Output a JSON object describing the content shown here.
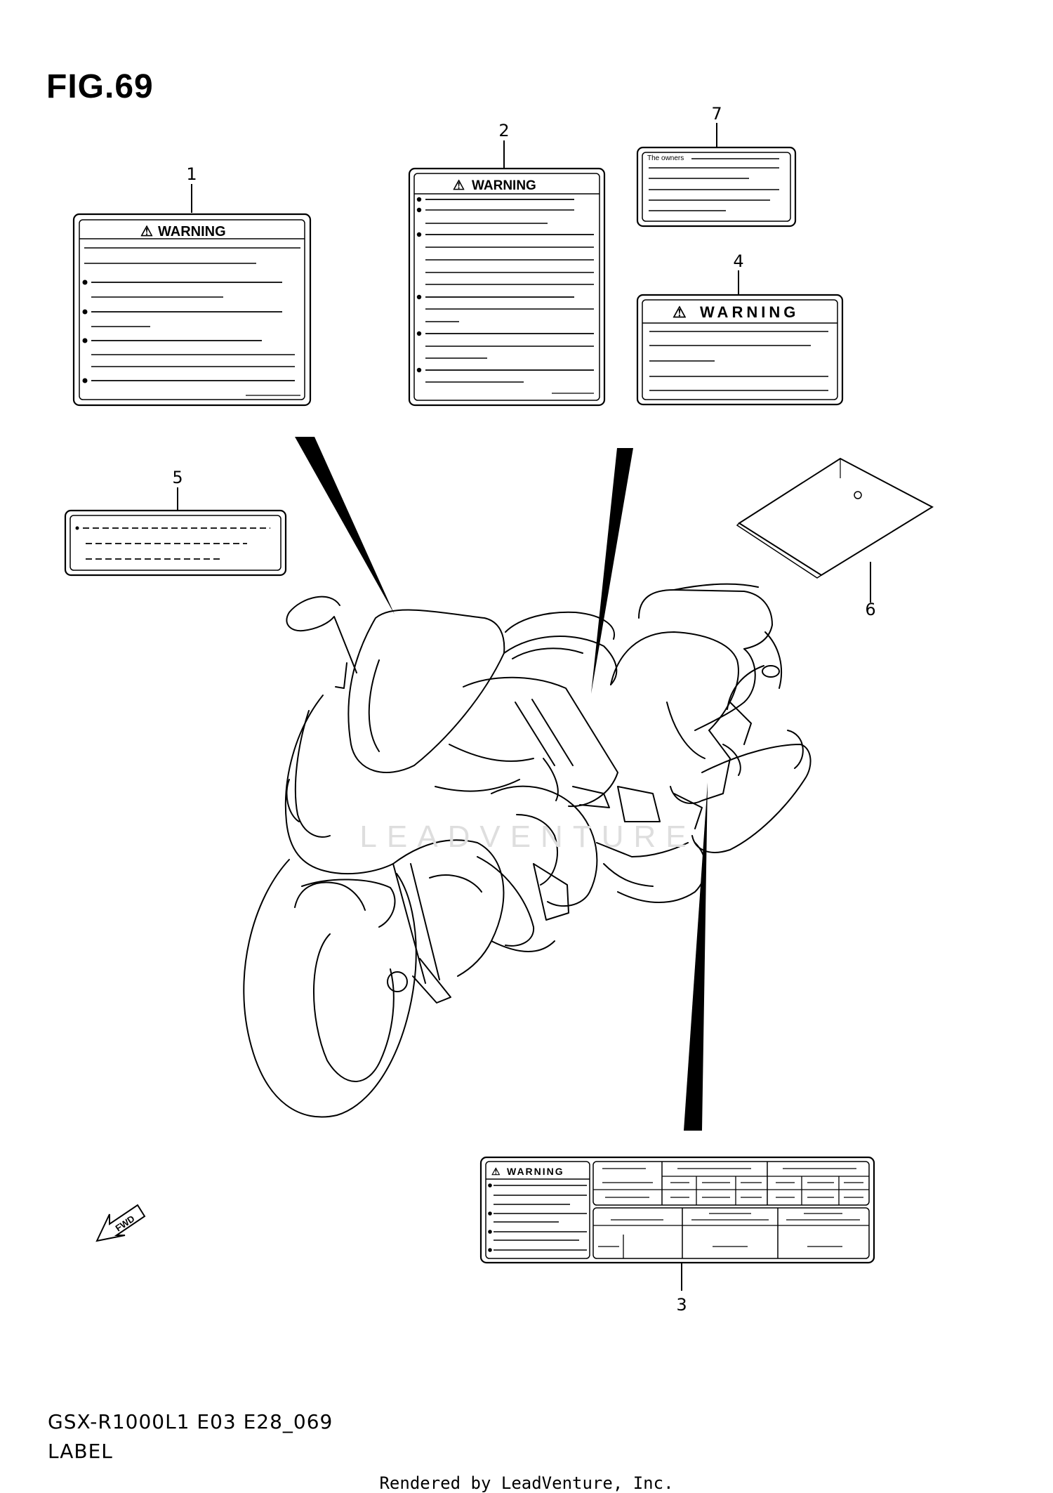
{
  "figure": {
    "title": "FIG.69",
    "model_code": "GSX-R1000L1 E03 E28_069",
    "section_name": "LABEL",
    "rendered_by": "Rendered by LeadVenture, Inc.",
    "watermark": "LEADVENTURE"
  },
  "callouts": [
    {
      "number": "1"
    },
    {
      "number": "2"
    },
    {
      "number": "3"
    },
    {
      "number": "4"
    },
    {
      "number": "5"
    },
    {
      "number": "6"
    },
    {
      "number": "7"
    }
  ],
  "labels": {
    "warning_text": "WARNING",
    "warning_symbol": "⚠",
    "owners_text": "The owners",
    "fwd_text": "FWD"
  },
  "icons": [
    "fwd-arrow-icon",
    "warning-triangle-icon",
    "motorcycle-outline"
  ]
}
